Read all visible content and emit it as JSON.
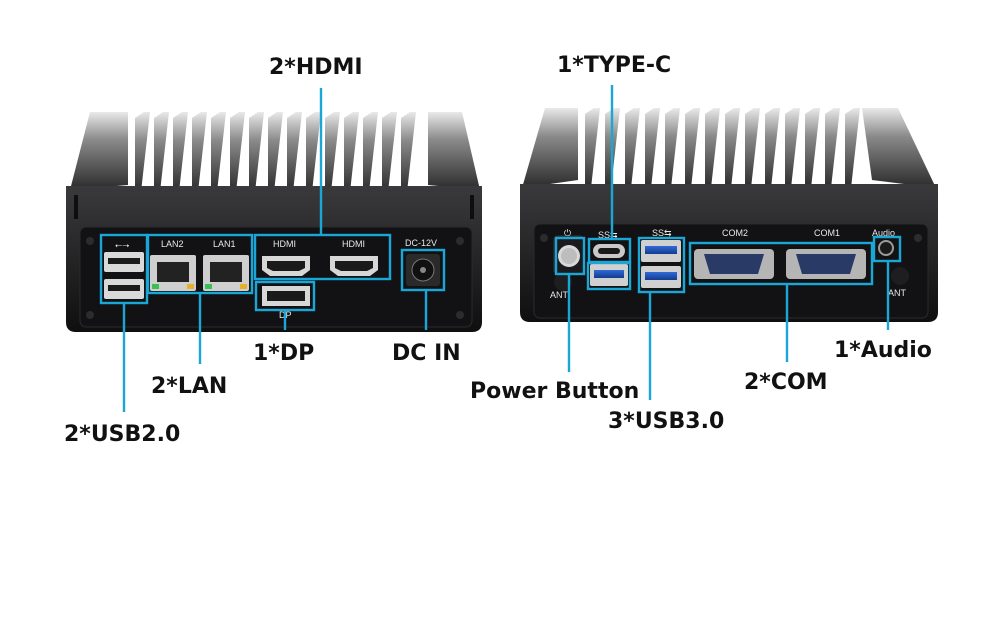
{
  "callouts": {
    "hdmi": "2*HDMI",
    "type_c": "1*TYPE-C",
    "dp": "1*DP",
    "dc_in": "DC IN",
    "audio": "1*Audio",
    "lan": "2*LAN",
    "power_button": "Power Button",
    "com": "2*COM",
    "usb2": "2*USB2.0",
    "usb3": "3*USB3.0"
  },
  "back_panel": {
    "lan2": "LAN2",
    "lan1": "LAN1",
    "hdmi_a": "HDMI",
    "hdmi_b": "HDMI",
    "dp": "DP",
    "dc": "DC-12V"
  },
  "front_panel": {
    "com2": "COM2",
    "com1": "COM1",
    "audio": "Audio",
    "ant_left": "ANT",
    "ant_right": "ANT"
  },
  "colors": {
    "callout_line": "#1aa7d8",
    "chassis": "#1c1c1e",
    "panel": "#131315",
    "text": "#111111"
  }
}
